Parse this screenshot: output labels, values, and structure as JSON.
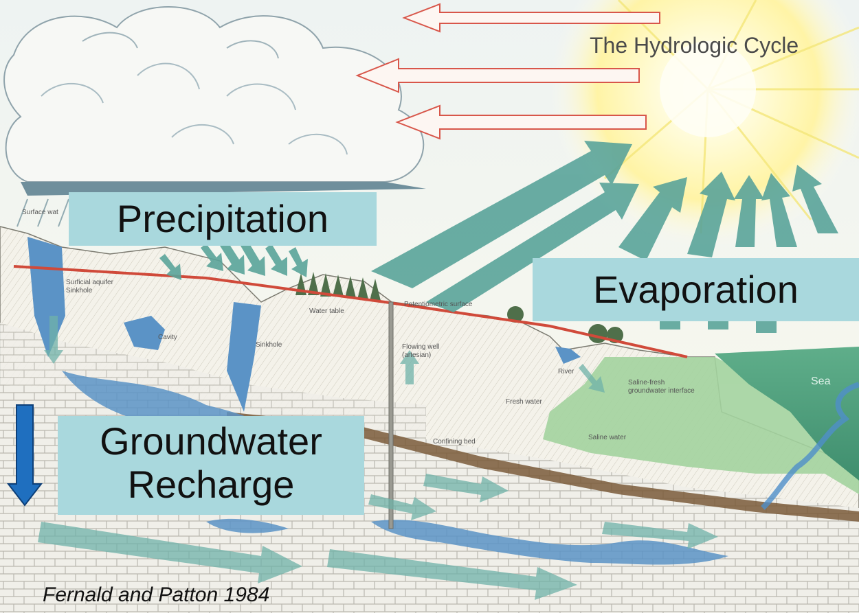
{
  "title": "The Hydrologic Cycle",
  "credit": "Fernald and Patton 1984",
  "callouts": {
    "precipitation": "Precipitation",
    "evaporation": "Evaporation",
    "recharge_line1": "Groundwater",
    "recharge_line2": "Recharge"
  },
  "labels": {
    "surface_water": "Surface wat",
    "surficial_aquifer": "Surficial aquifer",
    "sinkhole_1": "Sinkhole",
    "cavity": "Cavity",
    "sinkhole_2": "Sinkhole",
    "water_table": "Water table",
    "potentiometric_surface": "Potentiometric surface",
    "flowing_well_1": "Flowing well",
    "flowing_well_2": "(artesian)",
    "fresh_water": "Fresh water",
    "river": "River",
    "interface_1": "Saline-fresh",
    "interface_2": "groundwater interface",
    "saline_water": "Saline water",
    "sea": "Sea",
    "confining_bed": "Confining bed"
  },
  "colors": {
    "callout_bg": "#a9d8dd",
    "arrow_teal": "#5aa49a",
    "recharge_arrow": "#1f6fbf",
    "potentiometric_line": "#d04a3a",
    "saline_zone": "#8fc98f",
    "sea": "#4f9e7c",
    "sun": "#fff6b0"
  }
}
